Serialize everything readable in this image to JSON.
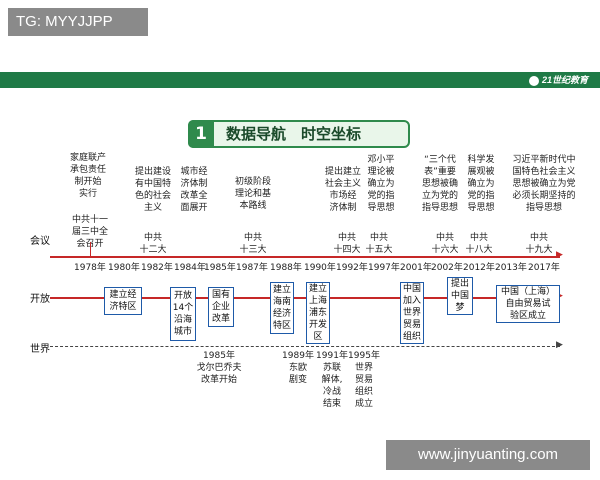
{
  "watermark_top": "TG: MYYJJPP",
  "watermark_bottom": "www.jinyuanting.com",
  "logo_text": "21世纪教育",
  "section": {
    "num": "1",
    "title": "数据导航　时空坐标"
  },
  "rows": {
    "meeting": "会议",
    "opening": "开放",
    "world": "世界"
  },
  "years": [
    "1978年",
    "1980年",
    "1982年",
    "1984年",
    "1985年",
    "1987年",
    "1988年",
    "1990年",
    "1992年",
    "1997年",
    "2001年",
    "2002年",
    "2012年",
    "2013年",
    "2017年"
  ],
  "top_notes": [
    "家庭联产\n承包责任\n制开始\n实行",
    "提出建设\n有中国特\n色的社会\n主义",
    "城市经\n济体制\n改革全\n面展开",
    "初级阶段\n理论和基\n本路线",
    "提出建立\n社会主义\n市场经\n济体制",
    "邓小平\n理论被\n确立为\n党的指\n导思想",
    "“三个代\n表”重要\n思想被确\n立为党的\n指导思想",
    "科学发\n展观被\n确立为\n党的指\n导思想",
    "习近平新时代中\n国特色社会主义\n思想被确立为党\n必须长期坚持的\n指导思想"
  ],
  "meetings": [
    "中共十一\n届三中全\n会召开",
    "中共\n十二大",
    "中共\n十三大",
    "中共\n十四大",
    "中共\n十五大",
    "中共\n十六大",
    "中共\n十八大",
    "中共\n十九大"
  ],
  "opening_boxes": [
    "建立经\n济特区",
    "开放\n14个\n沿海\n城市",
    "国有\n企业\n改革",
    "建立\n海南\n经济\n特区",
    "建立\n上海\n浦东\n开发\n区",
    "中国\n加入\n世界\n贸易\n组织",
    "提出\n中国\n梦",
    "中国（上海）\n自由贸易试\n验区成立"
  ],
  "world_events": [
    "1985年\n戈尔巴乔夫\n改革开始",
    "1989年\n东欧\n剧变",
    "1991年\n苏联\n解体,\n冷战\n结束",
    "1995年\n世界\n贸易\n组织\n成立"
  ]
}
